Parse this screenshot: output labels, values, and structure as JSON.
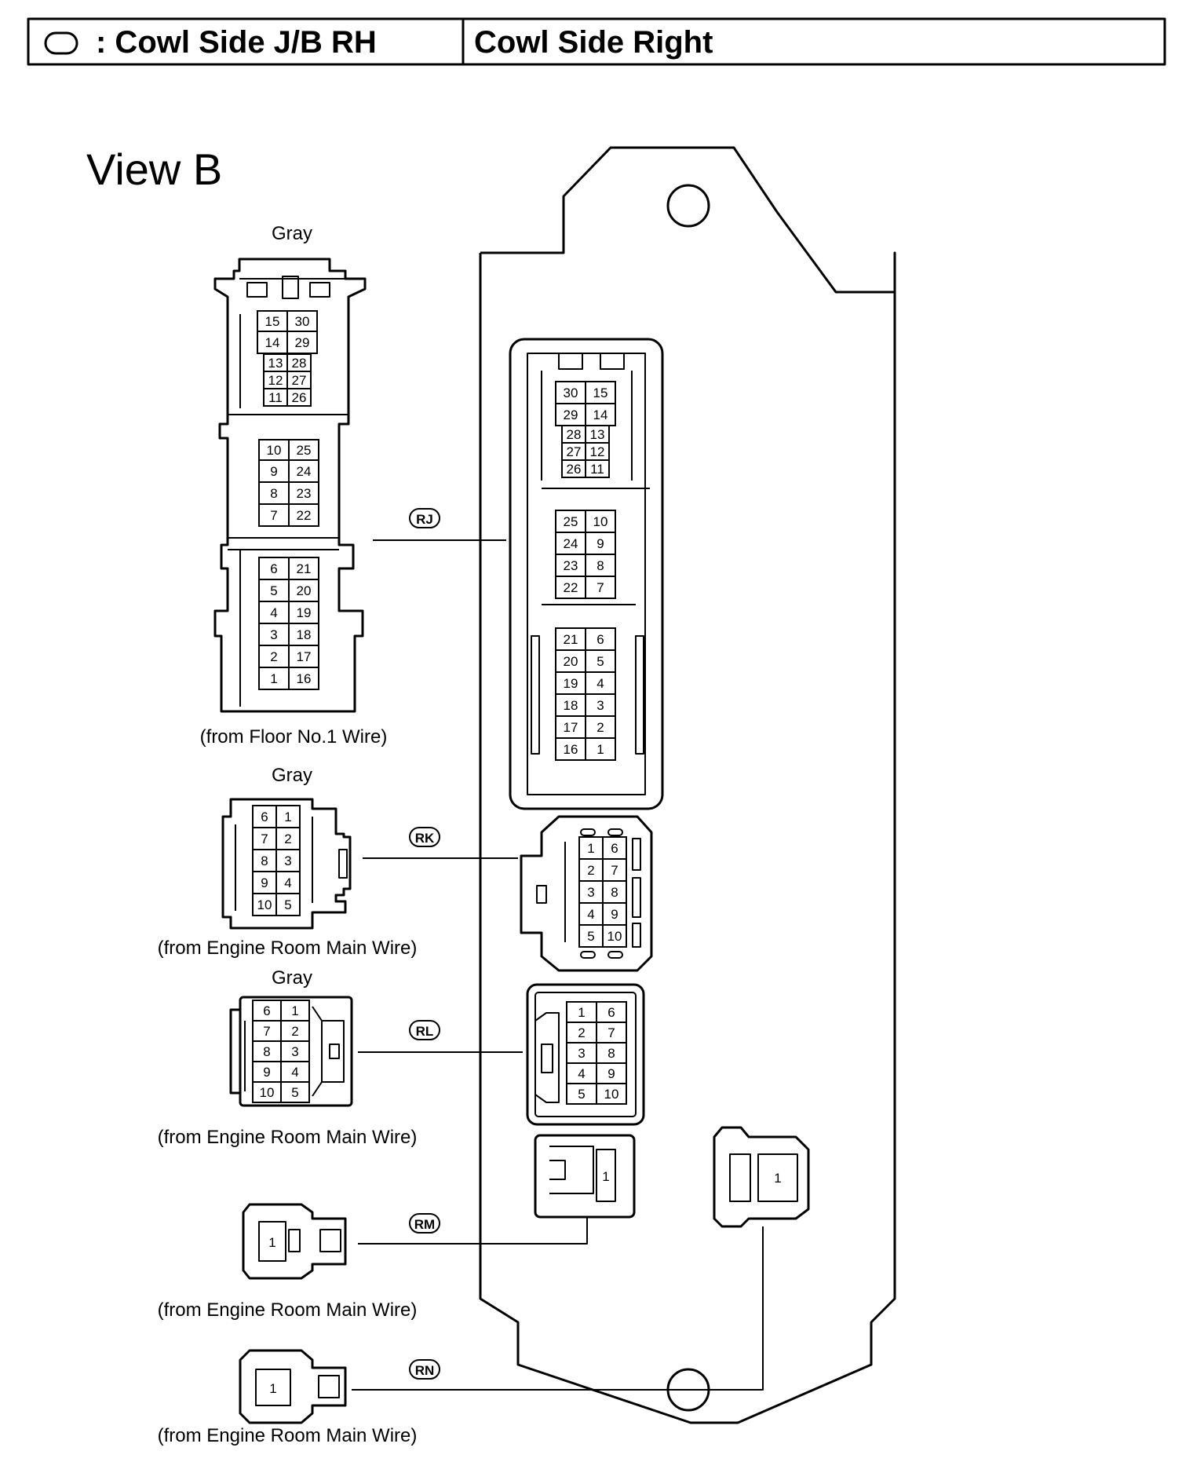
{
  "header": {
    "location_code": ": Cowl Side J/B RH",
    "location_name": "Cowl Side Right"
  },
  "view_title": "View B",
  "connectors": {
    "rj": {
      "tag": "RJ",
      "color": "Gray",
      "from": "(from Floor No.1 Wire)",
      "harness_pins": [
        [
          "15",
          "30"
        ],
        [
          "14",
          "29"
        ],
        [
          "13",
          "28"
        ],
        [
          "12",
          "27"
        ],
        [
          "11",
          "26"
        ],
        [
          "10",
          "25"
        ],
        [
          "9",
          "24"
        ],
        [
          "8",
          "23"
        ],
        [
          "7",
          "22"
        ],
        [
          "6",
          "21"
        ],
        [
          "5",
          "20"
        ],
        [
          "4",
          "19"
        ],
        [
          "3",
          "18"
        ],
        [
          "2",
          "17"
        ],
        [
          "1",
          "16"
        ]
      ],
      "jb_pins": [
        [
          "30",
          "15"
        ],
        [
          "29",
          "14"
        ],
        [
          "28",
          "13"
        ],
        [
          "27",
          "12"
        ],
        [
          "26",
          "11"
        ],
        [
          "25",
          "10"
        ],
        [
          "24",
          "9"
        ],
        [
          "23",
          "8"
        ],
        [
          "22",
          "7"
        ],
        [
          "21",
          "6"
        ],
        [
          "20",
          "5"
        ],
        [
          "19",
          "4"
        ],
        [
          "18",
          "3"
        ],
        [
          "17",
          "2"
        ],
        [
          "16",
          "1"
        ]
      ]
    },
    "rk": {
      "tag": "RK",
      "color": "Gray",
      "from": "(from Engine Room Main Wire)",
      "harness_pins": [
        [
          "6",
          "1"
        ],
        [
          "7",
          "2"
        ],
        [
          "8",
          "3"
        ],
        [
          "9",
          "4"
        ],
        [
          "10",
          "5"
        ]
      ],
      "jb_pins": [
        [
          "1",
          "6"
        ],
        [
          "2",
          "7"
        ],
        [
          "3",
          "8"
        ],
        [
          "4",
          "9"
        ],
        [
          "5",
          "10"
        ]
      ]
    },
    "rl": {
      "tag": "RL",
      "color": "Gray",
      "from": "(from Engine Room Main Wire)",
      "harness_pins": [
        [
          "6",
          "1"
        ],
        [
          "7",
          "2"
        ],
        [
          "8",
          "3"
        ],
        [
          "9",
          "4"
        ],
        [
          "10",
          "5"
        ]
      ],
      "jb_pins": [
        [
          "1",
          "6"
        ],
        [
          "2",
          "7"
        ],
        [
          "3",
          "8"
        ],
        [
          "4",
          "9"
        ],
        [
          "5",
          "10"
        ]
      ]
    },
    "rm": {
      "tag": "RM",
      "from": "(from Engine Room Main Wire)",
      "pin": "1"
    },
    "rn": {
      "tag": "RN",
      "from": "(from Engine Room Main Wire)",
      "pin": "1"
    }
  }
}
